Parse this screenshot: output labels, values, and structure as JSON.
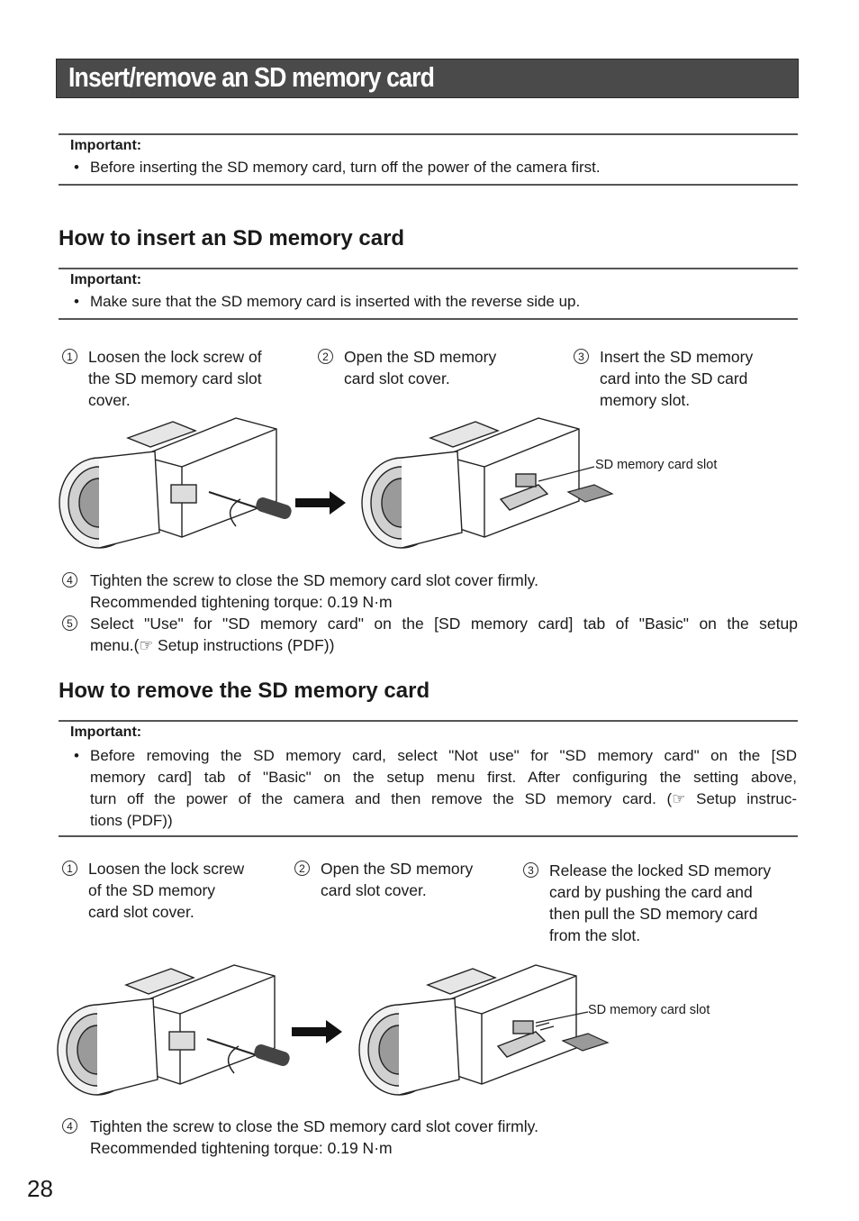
{
  "title": "Insert/remove an SD memory card",
  "important_label": "Important:",
  "bullet": "•",
  "important_top": "Before inserting the SD memory card, turn off the power of the camera first.",
  "insert": {
    "heading": "How to insert an SD memory card",
    "important": "Make sure that the SD memory card is inserted with the reverse side up.",
    "step1_num": "1",
    "step1": [
      "Loosen the lock screw of",
      "the SD memory card slot",
      "cover."
    ],
    "step2_num": "2",
    "step2": [
      "Open the SD memory",
      "card slot cover."
    ],
    "step3_num": "3",
    "step3": [
      "Insert the SD memory",
      "card into the SD card",
      "memory slot."
    ],
    "slot_label": "SD memory card slot",
    "step4_num": "4",
    "step4": [
      "Tighten the screw to close the SD memory card slot cover firmly.",
      "Recommended tightening torque: 0.19 N·m"
    ],
    "step5_num": "5",
    "step5_line1": "Select \"Use\" for \"SD memory card\" on the [SD memory card] tab of \"Basic\" on the setup",
    "step5_line2": "menu.(☞ Setup instructions (PDF))"
  },
  "remove": {
    "heading": "How to remove the SD memory card",
    "important_lines": [
      "Before removing the SD memory card, select \"Not use\" for \"SD memory card\" on the [SD",
      "memory card] tab of \"Basic\" on the setup menu first. After configuring the setting above,",
      "turn off the power of the camera and then remove the SD memory card. (☞ Setup instruc-",
      "tions (PDF))"
    ],
    "step1_num": "1",
    "step1": [
      "Loosen the lock screw",
      "of the SD memory",
      "card slot cover."
    ],
    "step2_num": "2",
    "step2": [
      "Open the SD memory",
      "card slot cover."
    ],
    "step3_num": "3",
    "step3": [
      "Release the locked SD memory",
      "card by pushing the card and",
      "then pull the SD memory card",
      "from the slot."
    ],
    "slot_label": "SD memory card slot",
    "step4_num": "4",
    "step4": [
      "Tighten the screw to close the SD memory card slot cover firmly.",
      "Recommended tightening torque: 0.19 N·m"
    ]
  },
  "page_number": "28",
  "icons": [
    "camera-illustration",
    "screwdriver-icon",
    "arrow-right-icon",
    "sd-card-icon"
  ]
}
